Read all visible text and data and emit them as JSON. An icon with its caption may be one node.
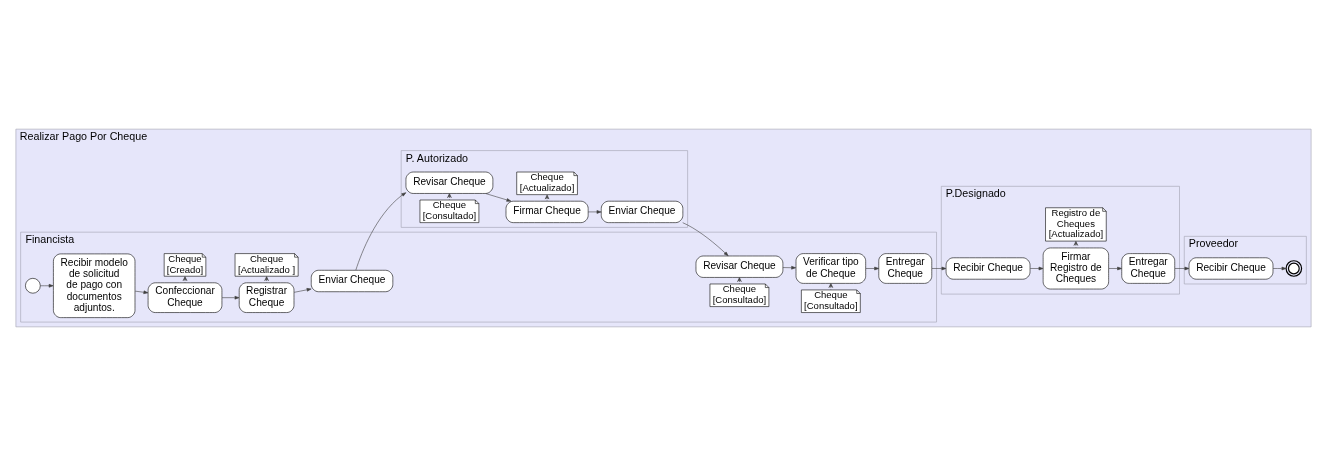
{
  "diagram": {
    "nodes": [
      {
        "text": [
          "Realizar Pago Por Cheque"
        ]
      },
      {
        "text": [
          "Financista"
        ],
        "in": 0
      },
      {
        "text": [],
        "shape": "circle",
        "in": 1
      },
      {
        "text": [
          "Recibir modelo de solicitud de pago con documentos adjuntos."
        ],
        "in": 1
      },
      {
        "text": [
          "Confeccionar Cheque"
        ],
        "in": 1
      },
      {
        "text": [
          "Cheque [Creado]"
        ],
        "in": 1
      },
      {
        "text": [
          "Registrar Cheque"
        ],
        "in": 1
      },
      {
        "text": [
          "Cheque [Actualizado ]"
        ],
        "in": 1
      },
      {
        "text": [
          "Enviar Cheque"
        ],
        "in": 1
      },
      {
        "text": [
          "Revisar Cheque"
        ],
        "in": 1
      },
      {
        "text": [
          "Cheque [Consultado]"
        ],
        "in": 1
      },
      {
        "text": [
          "Verificar tipo de Cheque"
        ],
        "in": 1
      },
      {
        "text": [
          "Cheque [Consultado]"
        ],
        "in": 1
      },
      {
        "text": [
          "Entregar Cheque"
        ],
        "in": 1
      },
      {
        "text": [
          "P. Autorizado"
        ],
        "in": 0
      },
      {
        "text": [
          "Revisar Cheque"
        ],
        "in": 14
      },
      {
        "text": [
          "Cheque [Consultado]"
        ],
        "in": 14
      },
      {
        "text": [
          "Firmar Cheque"
        ],
        "in": 14
      },
      {
        "text": [
          "Cheque [Actualizado]"
        ],
        "in": 14
      },
      {
        "text": [
          "Enviar Cheque"
        ],
        "in": 14
      },
      {
        "text": [
          "P.Designado"
        ],
        "in": 0
      },
      {
        "text": [
          "Recibir Cheque"
        ],
        "in": 20
      },
      {
        "text": [
          "Firmar Registro de Cheques"
        ],
        "in": 20
      },
      {
        "text": [
          "Registro de Cheques [Actualizado]"
        ],
        "in": 20
      },
      {
        "text": [
          "Entregar Cheque"
        ],
        "in": 20
      },
      {
        "text": [
          "Proveedor"
        ],
        "in": 0
      },
      {
        "text": [
          "Recibir Cheque"
        ],
        "in": 25
      },
      {
        "text": [],
        "shape": "circle",
        "in": 25
      }
    ],
    "edges": [
      {
        "from": 2,
        "to": 3,
        "arrow": "to"
      },
      {
        "from": 3,
        "to": 4,
        "arrow": "to"
      },
      {
        "from": 4,
        "to": 5,
        "arrow": "to",
        "style": "dashed"
      },
      {
        "from": 4,
        "to": 6,
        "arrow": "to"
      },
      {
        "from": 6,
        "to": 7,
        "arrow": "to",
        "style": "dashed"
      },
      {
        "from": 6,
        "to": 8,
        "arrow": "to"
      },
      {
        "from": 8,
        "to": 15,
        "arrow": "to"
      },
      {
        "from": 16,
        "to": 15,
        "arrow": "to",
        "style": "dashed"
      },
      {
        "from": 15,
        "to": 17,
        "arrow": "to"
      },
      {
        "from": 17,
        "to": 18,
        "arrow": "to",
        "style": "dashed"
      },
      {
        "from": 17,
        "to": 19,
        "arrow": "to"
      },
      {
        "from": 19,
        "to": 9,
        "arrow": "to"
      },
      {
        "from": 10,
        "to": 9,
        "arrow": "to",
        "style": "dashed"
      },
      {
        "from": 9,
        "to": 11,
        "arrow": "to"
      },
      {
        "from": 12,
        "to": 11,
        "arrow": "to",
        "style": "dashed"
      },
      {
        "from": 11,
        "to": 13,
        "arrow": "to"
      },
      {
        "from": 13,
        "to": 21,
        "arrow": "to"
      },
      {
        "from": 21,
        "to": 22,
        "arrow": "to"
      },
      {
        "from": 22,
        "to": 23,
        "arrow": "to",
        "style": "dashed"
      },
      {
        "from": 22,
        "to": 24,
        "arrow": "to"
      },
      {
        "from": 24,
        "to": 26,
        "arrow": "to"
      },
      {
        "from": 26,
        "to": 27,
        "arrow": "to"
      }
    ]
  }
}
